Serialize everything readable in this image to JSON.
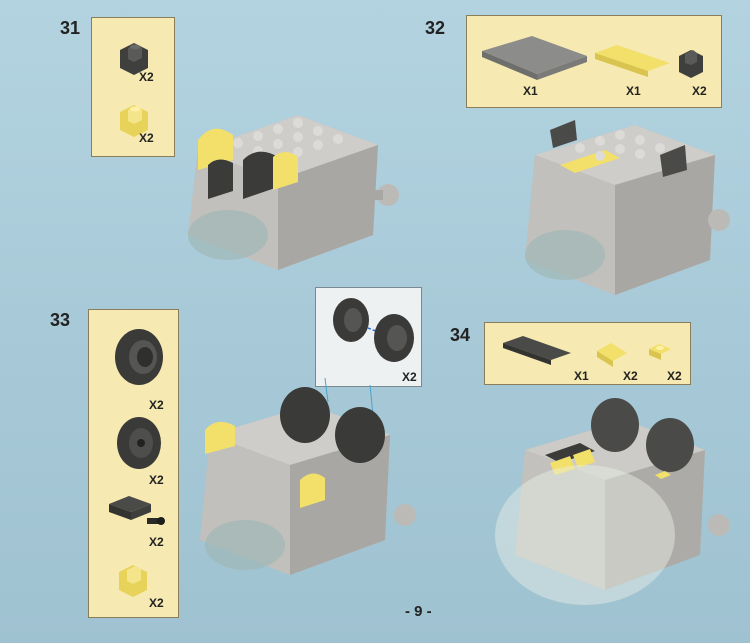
{
  "steps": [
    {
      "number": "31",
      "parts": [
        {
          "name": "dark grey bracket",
          "qty": "X2",
          "color": "#4a4a48"
        },
        {
          "name": "yellow bracket",
          "qty": "X2",
          "color": "#f2e06a"
        }
      ]
    },
    {
      "number": "32",
      "parts": [
        {
          "name": "grey plate 2x6",
          "qty": "X1",
          "color": "#8c8c8a"
        },
        {
          "name": "yellow plate 1x4",
          "qty": "X1",
          "color": "#f2e06a"
        },
        {
          "name": "dark grey bracket",
          "qty": "X2",
          "color": "#4a4a48"
        }
      ]
    },
    {
      "number": "33",
      "parts": [
        {
          "name": "tire",
          "qty": "X2",
          "color": "#3a3a38"
        },
        {
          "name": "wheel rim",
          "qty": "X2",
          "color": "#3a3a38"
        },
        {
          "name": "plate with pin",
          "qty": "X2",
          "color": "#3a3a38"
        },
        {
          "name": "yellow bracket",
          "qty": "X2",
          "color": "#f2e06a"
        }
      ],
      "callout_qty": "X2"
    },
    {
      "number": "34",
      "parts": [
        {
          "name": "dark grey plate 1x4",
          "qty": "X1",
          "color": "#4a4a48"
        },
        {
          "name": "yellow slope",
          "qty": "X2",
          "color": "#f2e06a"
        },
        {
          "name": "yellow plate 1x1",
          "qty": "X2",
          "color": "#f2e06a"
        }
      ]
    }
  ],
  "page_number": "- 9 -",
  "colors": {
    "background": "#a9cbd9",
    "parts_box": "#f6e9b1",
    "light_grey": "#b8b6b2",
    "dark_grey": "#4a4a48",
    "yellow": "#f2e06a"
  }
}
